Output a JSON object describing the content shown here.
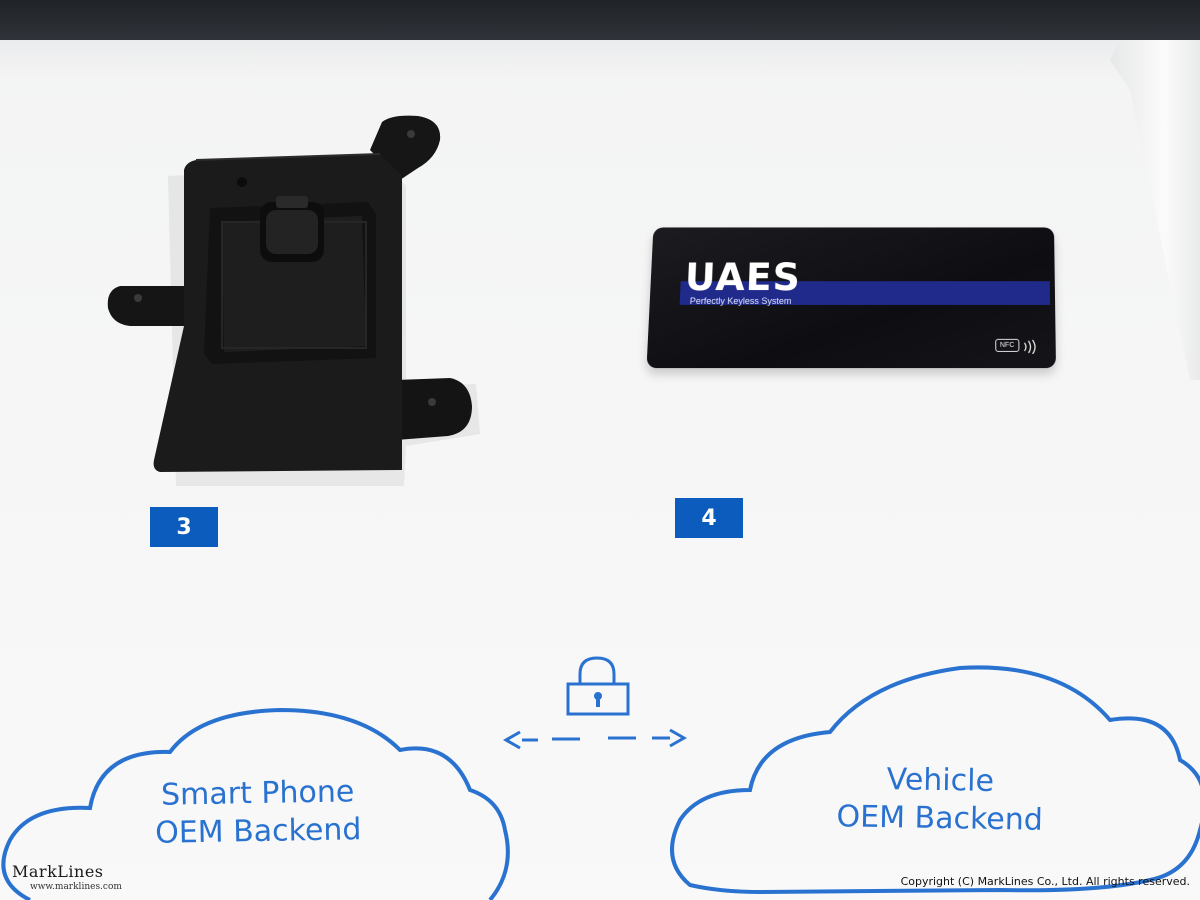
{
  "exhibit": {
    "items": [
      {
        "number": "3"
      },
      {
        "number": "4"
      }
    ],
    "card": {
      "brand": "UAES",
      "tagline": "Perfectly Keyless System",
      "nfc_label": "NFC"
    },
    "diagram": {
      "left_cloud": {
        "line1": "Smart Phone",
        "line2": "OEM Backend"
      },
      "right_cloud": {
        "line1": "Vehicle",
        "line2": "OEM Backend"
      },
      "connector_icons": [
        "lock-icon",
        "double-arrow-icon"
      ]
    }
  },
  "watermark": {
    "logo_text": "MarkLines",
    "logo_url": "www.marklines.com",
    "copyright": "Copyright (C) MarkLines Co., Ltd. All rights reserved."
  },
  "colors": {
    "badge_blue": "#0b5cbd",
    "cloud_blue": "#2a72d0",
    "card_stripe": "#1f2a8a",
    "board_white": "#f6f6f6"
  }
}
